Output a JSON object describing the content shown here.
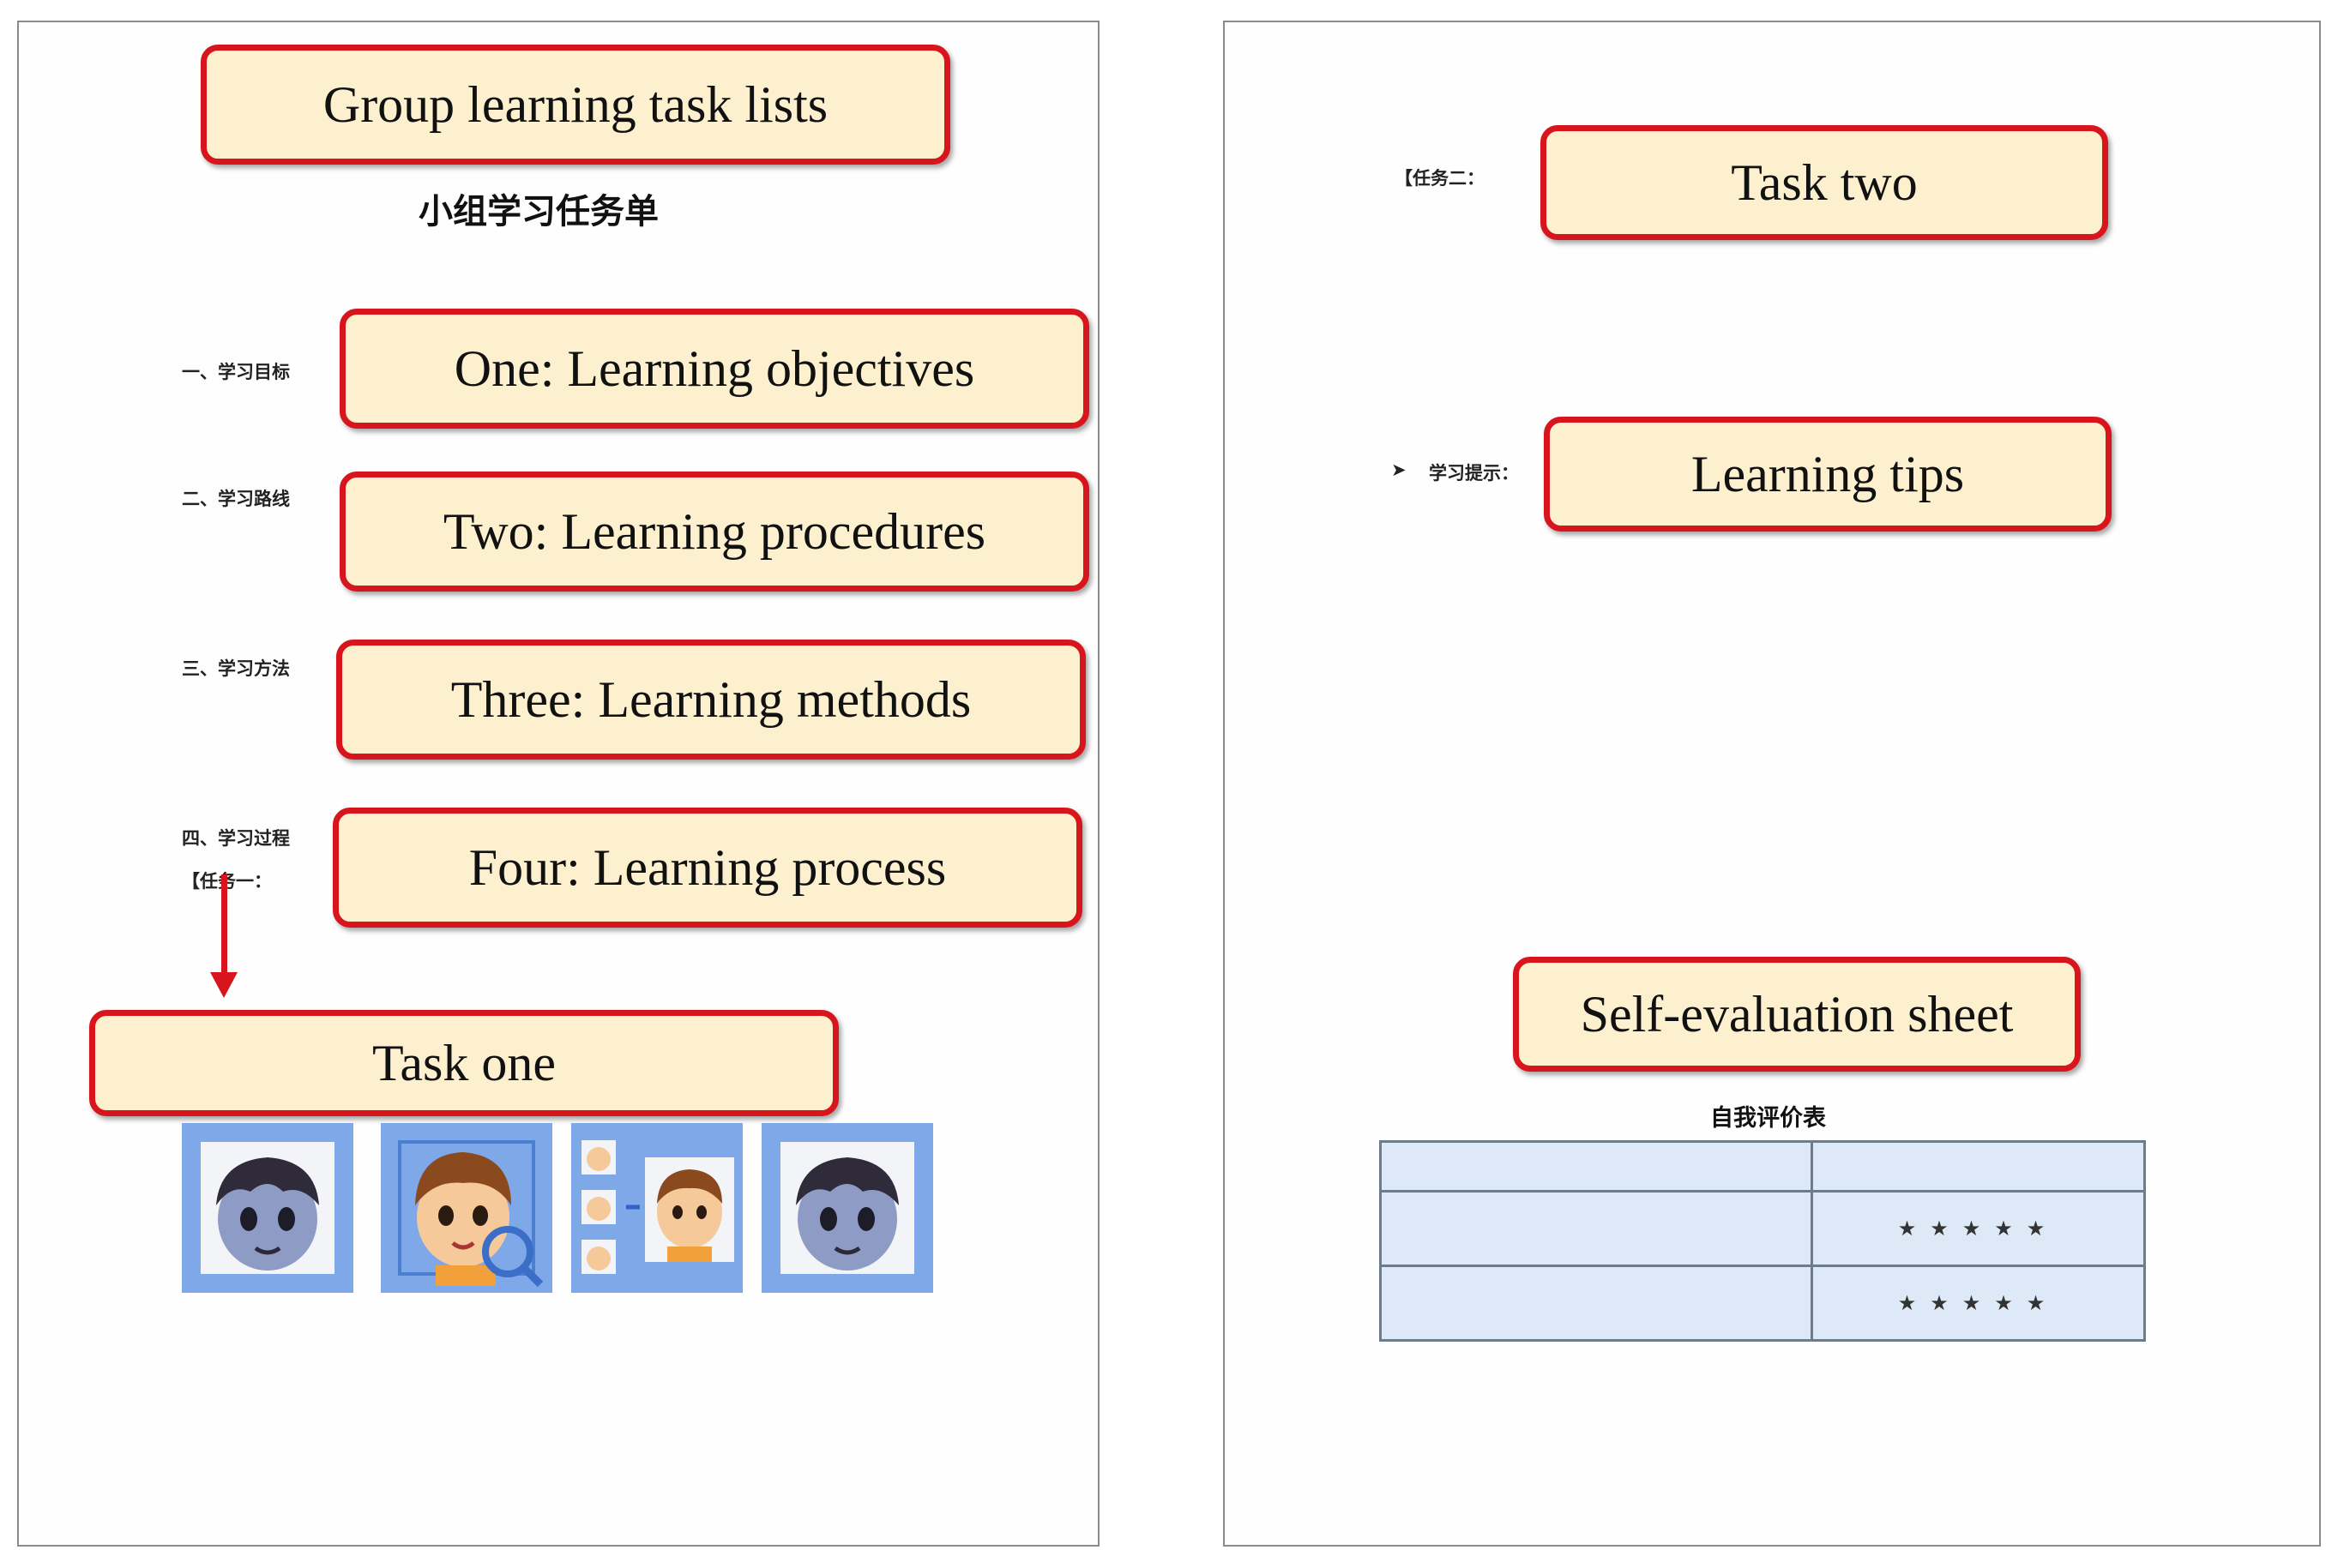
{
  "left_page": {
    "title_callout": "Group learning task lists",
    "title_zh": "小组学习任务单",
    "sections": [
      {
        "zh_label": "一、学习目标",
        "callout": "One: Learning objectives"
      },
      {
        "zh_label": "二、学习路线",
        "callout": "Two: Learning procedures"
      },
      {
        "zh_label": "三、学习方法",
        "callout": "Three: Learning methods"
      },
      {
        "zh_label": "四、学习过程",
        "callout": "Four: Learning process"
      }
    ],
    "task_one_zh": "【任务一：",
    "task_one_callout": "Task one",
    "thumbnails": [
      "boy-face-icon",
      "face-magnifier-icon",
      "face-compare-icon",
      "boy-face-icon"
    ]
  },
  "right_page": {
    "task_two_zh": "【任务二：",
    "task_two_callout": "Task two",
    "tips_bullet": "➤",
    "tips_zh": "学习提示：",
    "tips_callout": "Learning tips",
    "eval_callout": "Self-evaluation sheet",
    "eval_title_zh": "自我评价表",
    "eval_rows": [
      {
        "left": "",
        "right": ""
      },
      {
        "left": "",
        "right": "★★★★★"
      },
      {
        "left": "",
        "right": "★★★★★"
      }
    ]
  },
  "colors": {
    "callout_fill": "#fdf0cf",
    "callout_border": "#d8141c",
    "thumb_bg": "#7fa8e8",
    "table_fill": "#dde9f7"
  }
}
